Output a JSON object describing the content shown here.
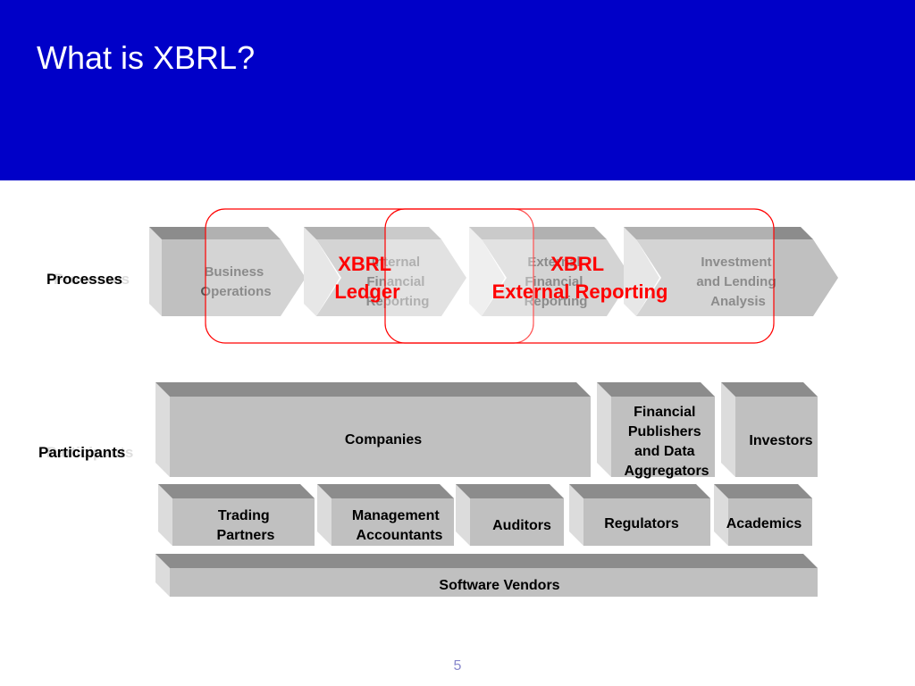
{
  "slide": {
    "title": "What is XBRL?",
    "page_number": "5"
  },
  "colors": {
    "banner": "#0000c8",
    "highlight": "#ff0000",
    "box_front": "#c0c0c0",
    "box_top": "#8c8c8c",
    "box_side": "#dcdcdc"
  },
  "row_labels": {
    "processes": "Processes",
    "participants": "Participants"
  },
  "processes": [
    {
      "lines": [
        "Business",
        "Operations"
      ]
    },
    {
      "lines": [
        "Internal",
        "Financial",
        "Reporting"
      ]
    },
    {
      "lines": [
        "External",
        "Financial",
        "Reporting"
      ]
    },
    {
      "lines": [
        "Investment",
        "and Lending",
        "Analysis"
      ]
    }
  ],
  "highlights": [
    {
      "lines": [
        "XBRL",
        "Ledger"
      ]
    },
    {
      "lines": [
        "XBRL",
        "External Reporting"
      ]
    }
  ],
  "participants": {
    "companies": {
      "lines": [
        "Companies"
      ]
    },
    "financial_publishers": {
      "lines": [
        "Financial",
        "Publishers",
        "and Data",
        "Aggregators"
      ]
    },
    "investors": {
      "lines": [
        "Investors"
      ]
    },
    "trading_partners": {
      "lines": [
        "Trading",
        "Partners"
      ]
    },
    "management_accountants": {
      "lines": [
        "Management",
        "Accountants"
      ]
    },
    "auditors": {
      "lines": [
        "Auditors"
      ]
    },
    "regulators": {
      "lines": [
        "Regulators"
      ]
    },
    "academics": {
      "lines": [
        "Academics"
      ]
    },
    "software_vendors": {
      "lines": [
        "Software Vendors"
      ]
    }
  }
}
